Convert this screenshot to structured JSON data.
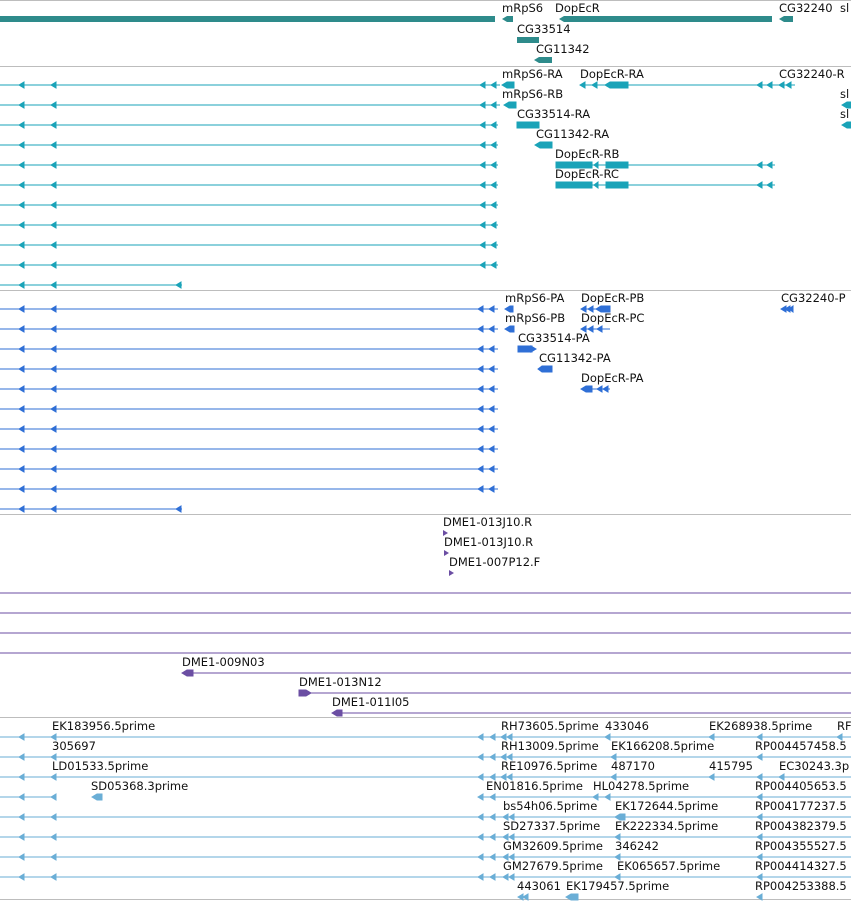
{
  "colors": {
    "gene": "#2e8b8b",
    "transcript": "#1aa3b8",
    "protein": "#2f6fd6",
    "clone": "#6b4ea3",
    "est": "#6aaed6",
    "separator": "#bdbdbd"
  },
  "tracks": {
    "genes": {
      "labels": [
        "mRpS6",
        "DopEcR",
        "CG32240",
        "sl",
        "CG33514",
        "CG11342"
      ]
    },
    "transcripts": {
      "labels": [
        "mRpS6-RA",
        "DopEcR-RA",
        "CG32240-R",
        "mRpS6-RB",
        "sl",
        "CG33514-RA",
        "sl",
        "CG11342-RA",
        "DopEcR-RB",
        "DopEcR-RC"
      ]
    },
    "proteins": {
      "labels": [
        "mRpS6-PA",
        "DopEcR-PB",
        "CG32240-P",
        "mRpS6-PB",
        "DopEcR-PC",
        "CG33514-PA",
        "CG11342-PA",
        "DopEcR-PA"
      ]
    },
    "clone_ends": {
      "labels": [
        "DME1-013J10.R",
        "DME1-013J10.R",
        "DME1-007P12.F"
      ]
    },
    "clones": {
      "labels": [
        "DME1-009N03",
        "DME1-013N12",
        "DME1-011I05"
      ]
    },
    "ests": {
      "labels": [
        "EK183956.5prime",
        "RH73605.5prime",
        "433046",
        "EK268938.5prime",
        "RF",
        "305697",
        "RH13009.5prime",
        "EK166208.5prime",
        "RP004457458.5",
        "LD01533.5prime",
        "RE10976.5prime",
        "487170",
        "415795",
        "EC30243.3p",
        "SD05368.3prime",
        "EN01816.5prime",
        "HL04278.5prime",
        "RP004405653.5",
        "bs54h06.5prime",
        "EK172644.5prime",
        "RP004177237.5",
        "SD27337.5prime",
        "EK222334.5prime",
        "RP004382379.5",
        "GM32609.5prime",
        "346242",
        "RP004355527.5",
        "GM27679.5prime",
        "EK065657.5prime",
        "RP004414327.5",
        "443061",
        "EK179457.5prime",
        "RP004253388.5"
      ]
    }
  }
}
